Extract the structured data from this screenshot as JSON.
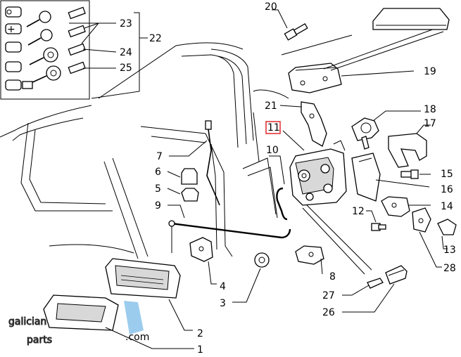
{
  "callouts": {
    "c1": "1",
    "c2": "2",
    "c3": "3",
    "c4": "4",
    "c5": "5",
    "c6": "6",
    "c7": "7",
    "c8": "8",
    "c9": "9",
    "c10": "10",
    "c11": "11",
    "c12": "12",
    "c13": "13",
    "c14": "14",
    "c15": "15",
    "c16": "16",
    "c17": "17",
    "c18": "18",
    "c19": "19",
    "c20": "20",
    "c21": "21",
    "c22": "22",
    "c23": "23",
    "c24": "24",
    "c25": "25",
    "c26": "26",
    "c27": "27",
    "c28": "28"
  },
  "highlight": {
    "label": "11",
    "color": "#e0282e"
  },
  "watermark": {
    "line1": "galician",
    "line2": "parts",
    "suffix": ".com",
    "accent_color": "#4aa3df"
  }
}
